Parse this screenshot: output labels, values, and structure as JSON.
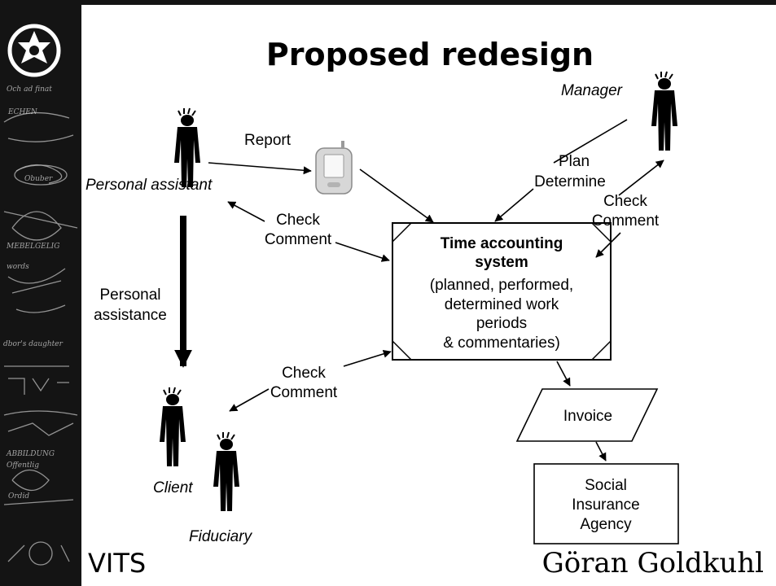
{
  "title": "Proposed redesign",
  "actors": {
    "personal_assistant": "Personal assistant",
    "manager": "Manager",
    "client": "Client",
    "fiduciary": "Fiduciary"
  },
  "labels": {
    "report": "Report",
    "plan": "Plan",
    "determine": "Determine",
    "check": "Check",
    "comment": "Comment",
    "personal": "Personal",
    "assistance": "assistance"
  },
  "system_box": {
    "title_line1": "Time accounting",
    "title_line2": "system",
    "body_lines": [
      "(planned, performed,",
      "determined work",
      "periods",
      "& commentaries)"
    ]
  },
  "invoice": "Invoice",
  "agency_lines": [
    "Social",
    "Insurance",
    "Agency"
  ],
  "footer": {
    "left": "VITS",
    "right": "Göran Goldkuhl"
  },
  "sidebar_chalk": [
    "Och ad finat",
    "ECHEN",
    "Obuber",
    "MEBELGELIG",
    "words",
    "dbor's daughter",
    "ABBILDUNG",
    "Offentlig",
    "Ordid"
  ]
}
